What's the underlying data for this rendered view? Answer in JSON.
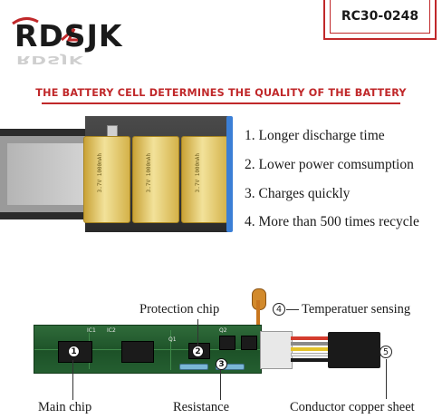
{
  "brand": {
    "logo_text": "RDSJK",
    "reflection_text": "RDSJK"
  },
  "model_code": "RC30-0248",
  "headline": "THE BATTERY CELL DETERMINES THE QUALITY OF THE BATTERY",
  "features": [
    "1. Longer discharge time",
    "2. Lower power comsumption",
    "3. Charges quickly",
    "4. More than 500 times recycle"
  ],
  "cell_labels": [
    "3.7V 1000mAh",
    "3.7V 1000mAh",
    "3.7V 1000mAh"
  ],
  "pcb": {
    "silk": [
      "IC1",
      "IC2",
      "Q1",
      "Q2"
    ],
    "markers": [
      "1",
      "2",
      "3",
      "4",
      "5"
    ]
  },
  "callouts": {
    "main_chip": "Main chip",
    "protection_chip": "Protection chip",
    "temperature": "Temperatuer sensing",
    "resistance": "Resistance",
    "conductor": "Conductor copper sheet"
  },
  "colors": {
    "accent_red": "#c0282a",
    "pcb_green": "#1d5228",
    "frame_blue": "#3b7fd6",
    "cell_gold": "#e6c860"
  }
}
